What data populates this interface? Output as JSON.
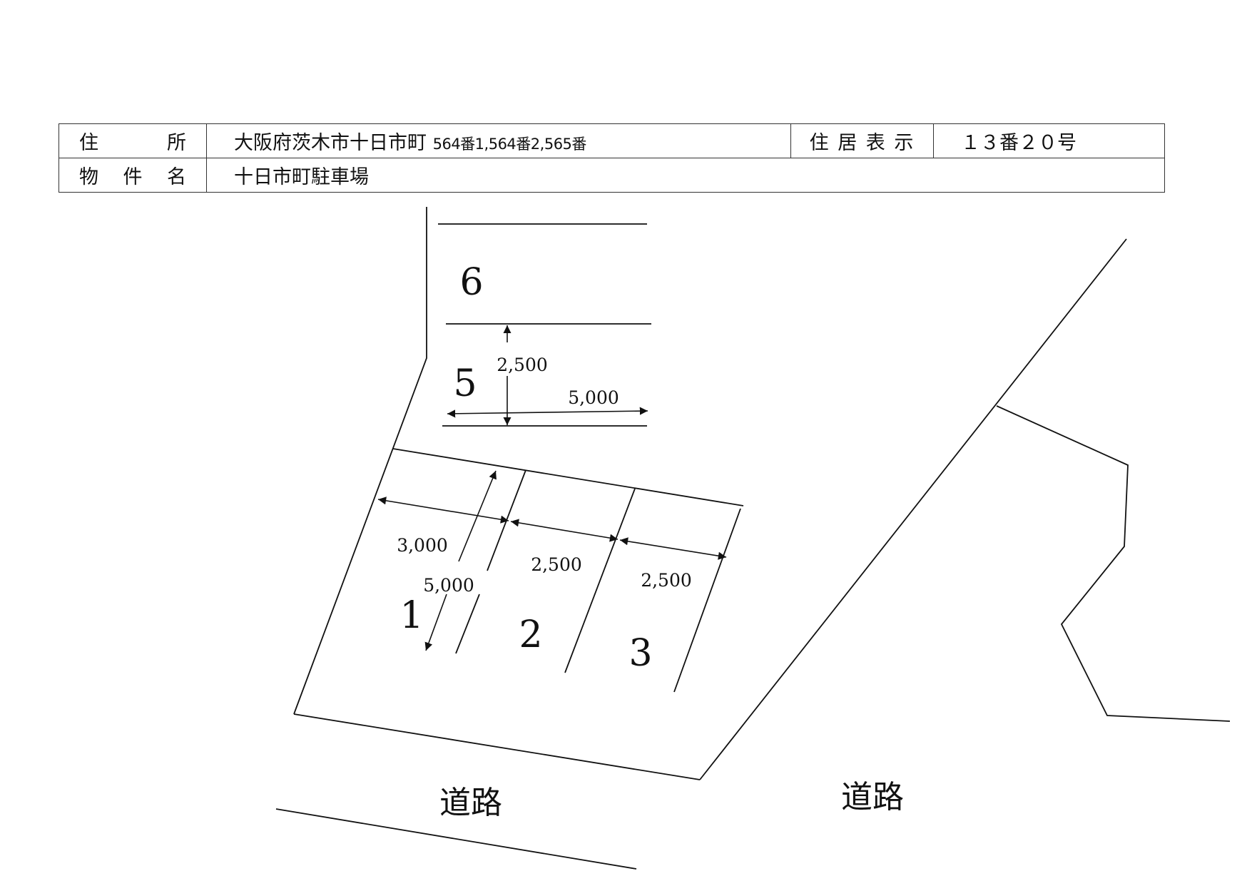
{
  "header_table": {
    "address_label_chars": [
      "住",
      "所"
    ],
    "address_value_prefix": "大阪府茨木市十日市町",
    "address_value_lots": "564番1,564番2,565番",
    "residence_label": "住 居 表 示",
    "residence_value": "１３番２０号",
    "property_label_chars": [
      "物",
      "件",
      "名"
    ],
    "property_value": "十日市町駐車場"
  },
  "diagram": {
    "stalls": [
      {
        "number": "1"
      },
      {
        "number": "2"
      },
      {
        "number": "3"
      },
      {
        "number": "5"
      },
      {
        "number": "6"
      }
    ],
    "dimensions": {
      "stall1_width": "3,000",
      "stall1_length": "5,000",
      "stall2_width": "2,500",
      "stall3_width": "2,500",
      "stall5_width": "2,500",
      "stall5_length": "5,000"
    },
    "road_labels": [
      "道路",
      "道路"
    ]
  },
  "colors": {
    "line": "#111111",
    "border": "#333333",
    "background": "#ffffff"
  }
}
